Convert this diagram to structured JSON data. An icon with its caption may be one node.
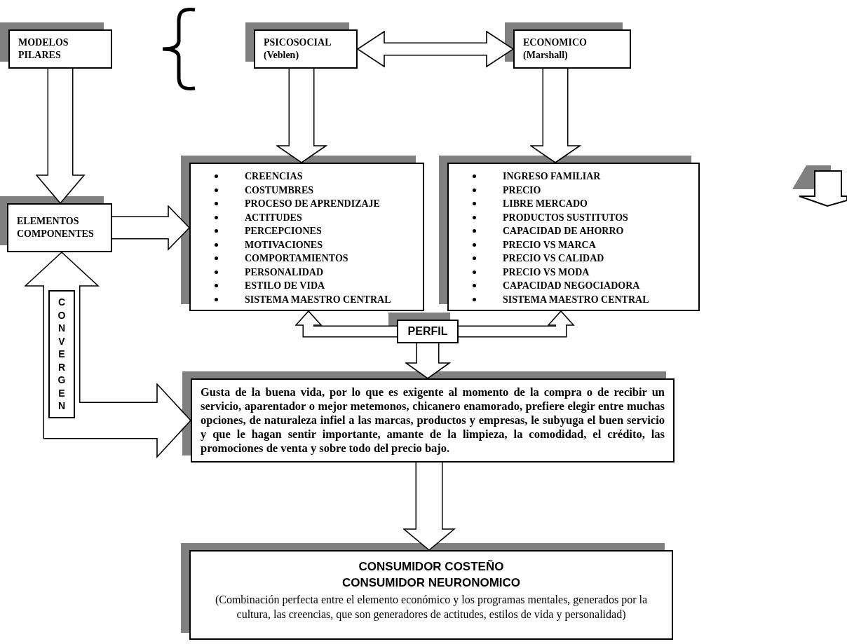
{
  "diagram": {
    "nodes": [
      {
        "text": [
          "MODELOS PILARES"
        ]
      },
      {
        "text": [
          "PSICOSOCIAL",
          "(Veblen)"
        ]
      },
      {
        "text": [
          "ECONOMICO",
          "(Marshall)"
        ]
      },
      {
        "text": [
          "ELEMENTOS COMPONENTES"
        ]
      },
      {
        "text": [
          "CREENCIAS",
          "COSTUMBRES",
          "PROCESO DE APRENDIZAJE",
          "ACTITUDES",
          "PERCEPCIONES",
          "MOTIVACIONES",
          "COMPORTAMIENTOS",
          "PERSONALIDAD",
          "ESTILO DE VIDA",
          "SISTEMA MAESTRO CENTRAL"
        ]
      },
      {
        "text": [
          "INGRESO FAMILIAR",
          "PRECIO",
          "LIBRE MERCADO",
          "PRODUCTOS SUSTITUTOS",
          "CAPACIDAD DE AHORRO",
          "PRECIO VS MARCA",
          "PRECIO VS CALIDAD",
          "PRECIO VS MODA",
          "CAPACIDAD NEGOCIADORA",
          "SISTEMA MAESTRO CENTRAL"
        ]
      },
      {
        "text": [
          "PERFIL"
        ]
      },
      {
        "text": [
          "Gusta de la buena vida, por lo que es exigente al momento de la compra o de recibir un servicio, aparentador o mejor metemonos, chicanero enamorado, prefiere elegir entre muchas opciones, de naturaleza infiel a las marcas, productos y empresas, le subyuga el buen servicio y que le hagan sentir importante, amante de la limpieza, la comodidad, el crédito, las promociones de venta y sobre todo del precio bajo."
        ]
      },
      {
        "text": [
          "CONSUMIDOR COSTEÑO",
          "CONSUMIDOR NEURONOMICO",
          "(Combinación perfecta entre el elemento económico y los programas mentales, generados por la cultura, las creencias, que son generadores de actitudes, estilos de vida y personalidad)"
        ]
      }
    ],
    "edges": [
      {
        "from": 1,
        "to": 2,
        "arrow": "both"
      },
      {
        "from": 0,
        "to": 3,
        "arrow": "to"
      },
      {
        "from": 1,
        "to": 4,
        "arrow": "to"
      },
      {
        "from": 2,
        "to": 5,
        "arrow": "to"
      },
      {
        "from": 3,
        "to": 4,
        "arrow": "to"
      },
      {
        "from": 6,
        "to": 4,
        "arrow": "to"
      },
      {
        "from": 6,
        "to": 5,
        "arrow": "to"
      },
      {
        "from": 6,
        "to": 7,
        "arrow": "to"
      },
      {
        "from": 7,
        "to": 8,
        "arrow": "to"
      },
      {
        "from": 7,
        "to": 3,
        "arrow": "both",
        "label": "CONVERGEN"
      }
    ]
  }
}
